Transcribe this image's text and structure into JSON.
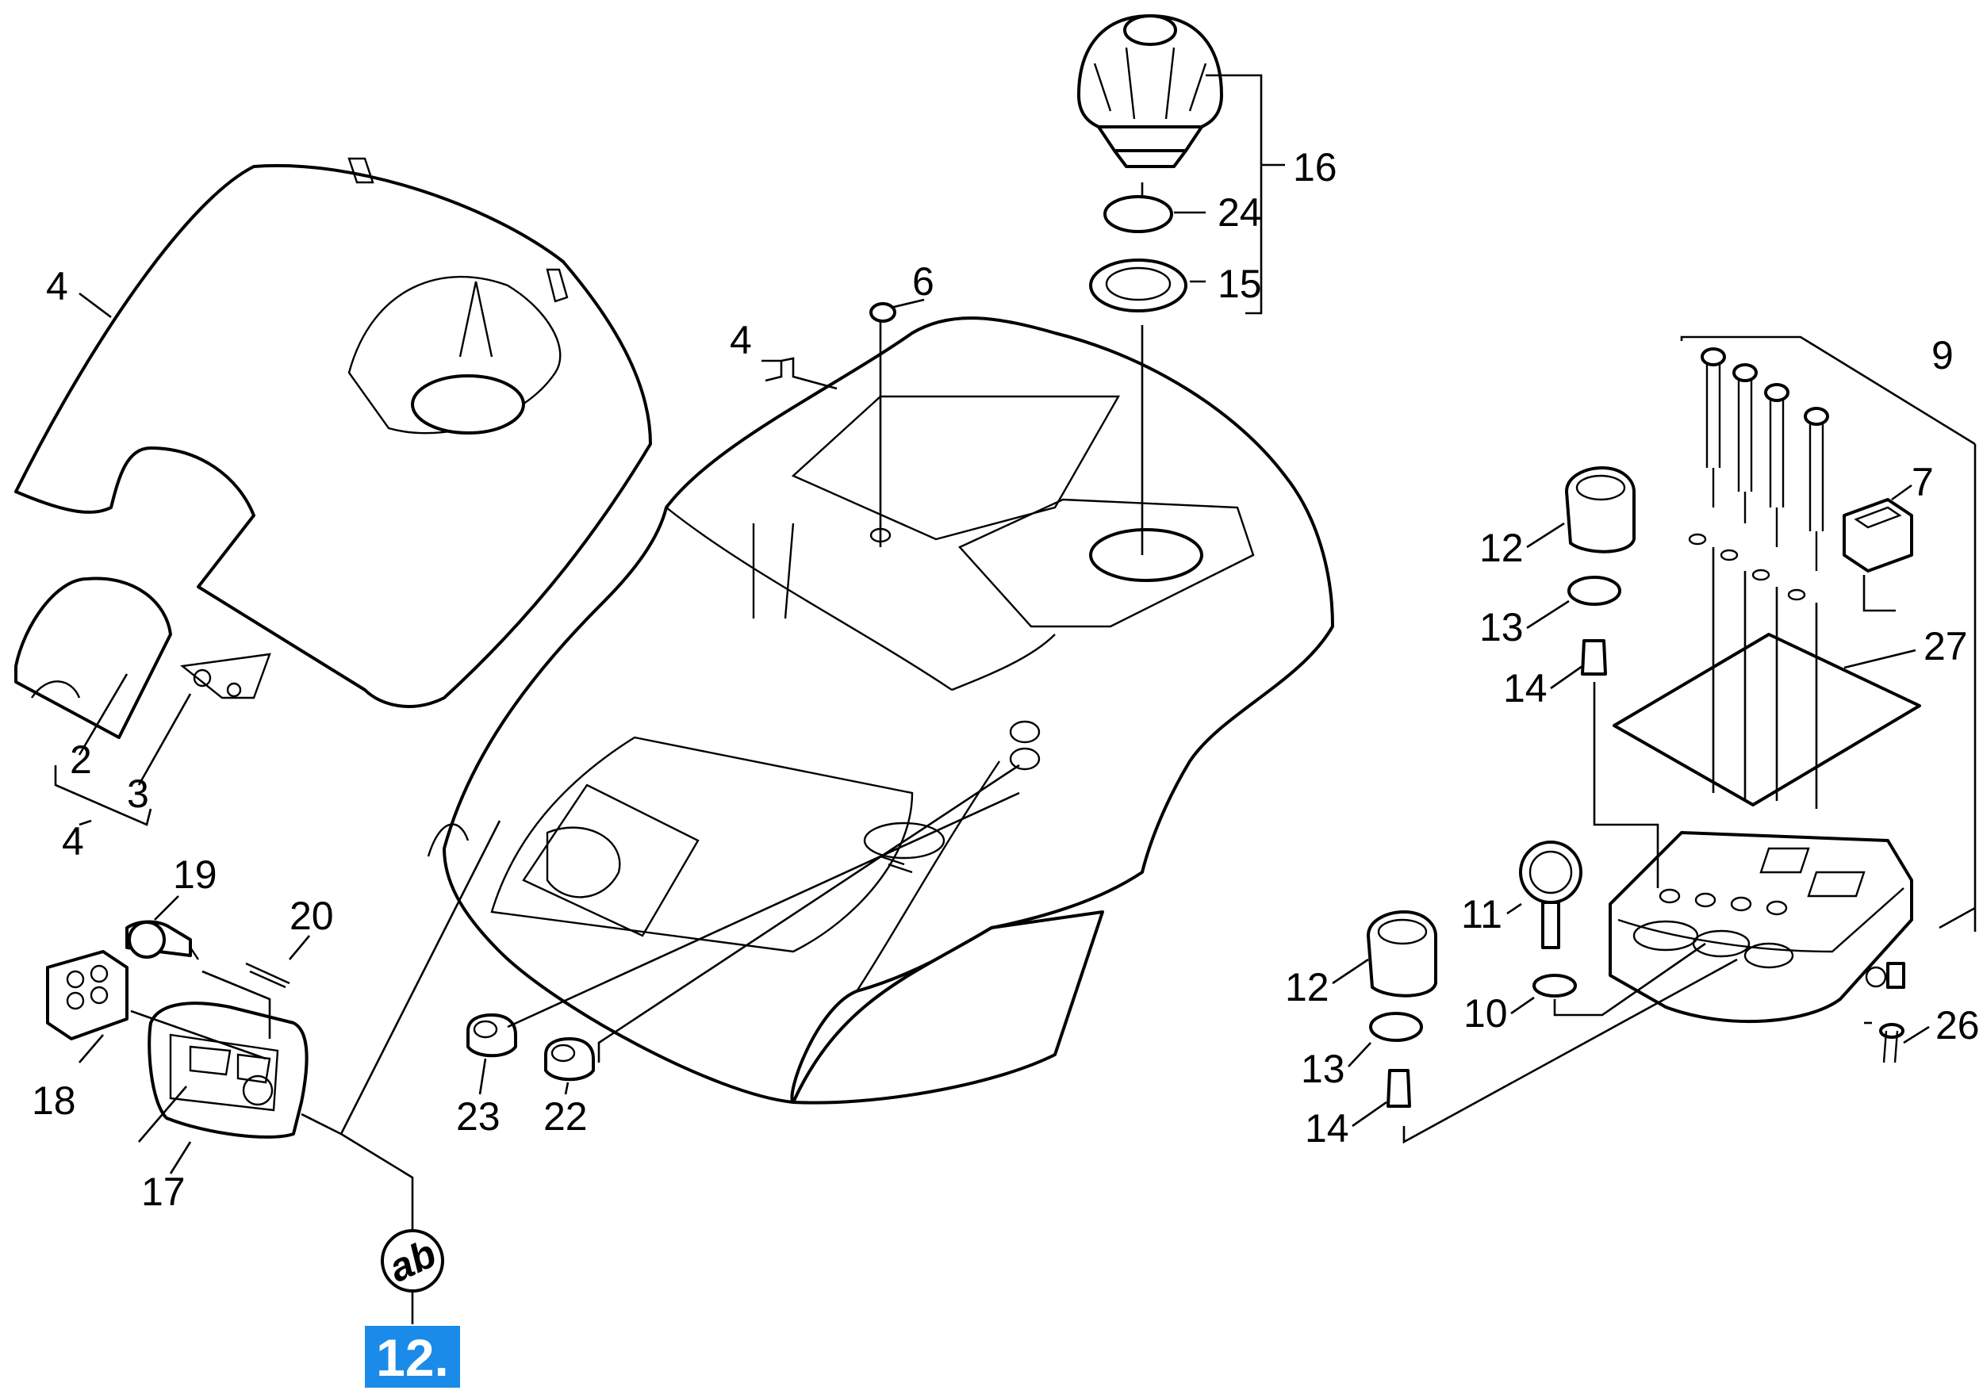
{
  "diagram": {
    "page_badge": "12.",
    "symbol_label": "ab",
    "accent_color": "#1a8be8",
    "callouts": [
      "4",
      "2",
      "3",
      "4",
      "4",
      "6",
      "16",
      "24",
      "15",
      "9",
      "7",
      "12",
      "13",
      "14",
      "27",
      "11",
      "10",
      "12",
      "13",
      "14",
      "26",
      "19",
      "20",
      "18",
      "17",
      "23",
      "22"
    ]
  }
}
